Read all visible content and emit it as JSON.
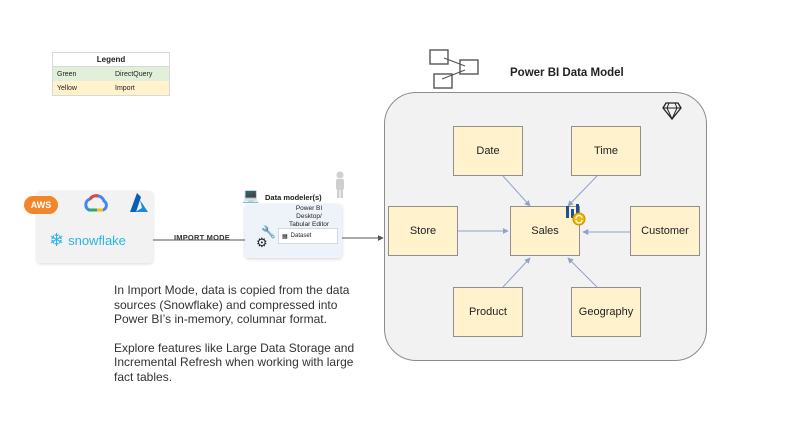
{
  "legend": {
    "title": "Legend",
    "rows": [
      {
        "color_name": "Green",
        "mode": "DirectQuery",
        "swatch": "#e2efda"
      },
      {
        "color_name": "Yellow",
        "mode": "Import",
        "swatch": "#fff2cc"
      }
    ]
  },
  "sources": {
    "aws_label": "AWS",
    "snowflake_label": "snowflake",
    "icons": [
      "aws-icon",
      "google-cloud-icon",
      "azure-icon",
      "snowflake-icon"
    ]
  },
  "connector_label": "IMPORT MODE",
  "modeler": {
    "title": "Data modeler(s)",
    "tool_line1": "Power BI Desktop/",
    "tool_line2": "Tabular Editor",
    "dataset_label": "Dataset"
  },
  "description": {
    "para1": "In Import Mode, data is copied from the data sources (Snowflake) and compressed into Power BI’s in-memory, columnar format.",
    "para2": "Explore features like Large Data Storage and Incremental Refresh when working with large fact tables."
  },
  "model": {
    "title": "Power BI Data Model",
    "tables": {
      "date": "Date",
      "time": "Time",
      "store": "Store",
      "sales": "Sales",
      "customer": "Customer",
      "product": "Product",
      "geography": "Geography"
    },
    "table_fill": "#fff2cc"
  }
}
